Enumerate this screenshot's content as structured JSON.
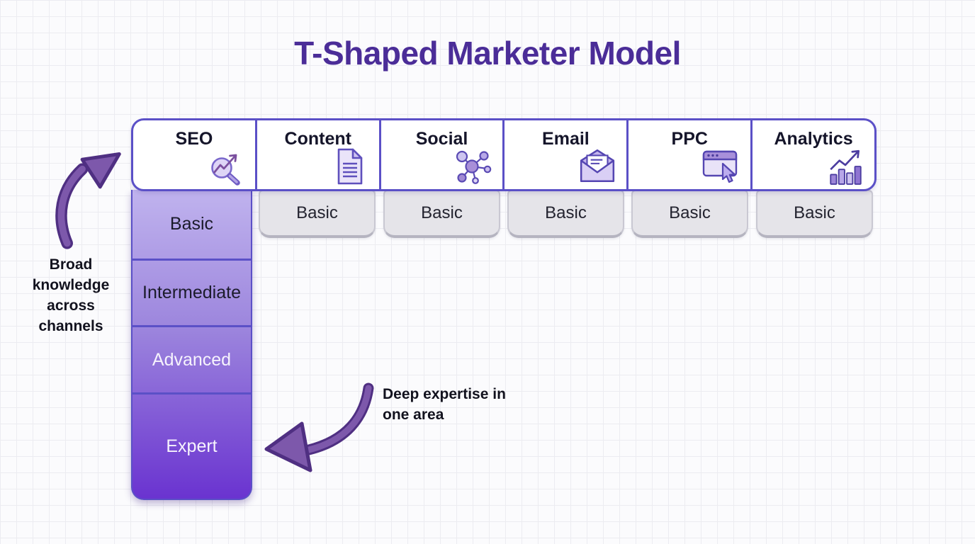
{
  "title": "T-Shaped Marketer Model",
  "channels": [
    {
      "label": "SEO",
      "icon": "search-trend-icon"
    },
    {
      "label": "Content",
      "icon": "document-icon"
    },
    {
      "label": "Social",
      "icon": "network-icon"
    },
    {
      "label": "Email",
      "icon": "envelope-icon"
    },
    {
      "label": "PPC",
      "icon": "browser-cursor-icon"
    },
    {
      "label": "Analytics",
      "icon": "bar-chart-icon"
    }
  ],
  "basic_row": {
    "label": "Basic",
    "applies_to": [
      "Content",
      "Social",
      "Email",
      "PPC",
      "Analytics"
    ]
  },
  "depth_column": {
    "channel": "SEO",
    "levels": [
      {
        "label": "Basic"
      },
      {
        "label": "Intermediate"
      },
      {
        "label": "Advanced"
      },
      {
        "label": "Expert"
      }
    ]
  },
  "annotations": {
    "broad": "Broad knowledge across channels",
    "deep": "Deep expertise in one area"
  },
  "colors": {
    "accent": "#5b50c7",
    "title": "#4b2d98",
    "col-top": "#c0b3ee",
    "col-bottom": "#6a33d0",
    "dark-text": "#1b1b2b",
    "light-text": "#f6f3fd",
    "gray-bg": "#e5e4e9",
    "gray-border": "#c9c8d2",
    "arrow-fill": "#7b56a8",
    "arrow-outline": "#4c2c7e",
    "bg": "#fbfbfd",
    "grid": "#ececf1"
  }
}
